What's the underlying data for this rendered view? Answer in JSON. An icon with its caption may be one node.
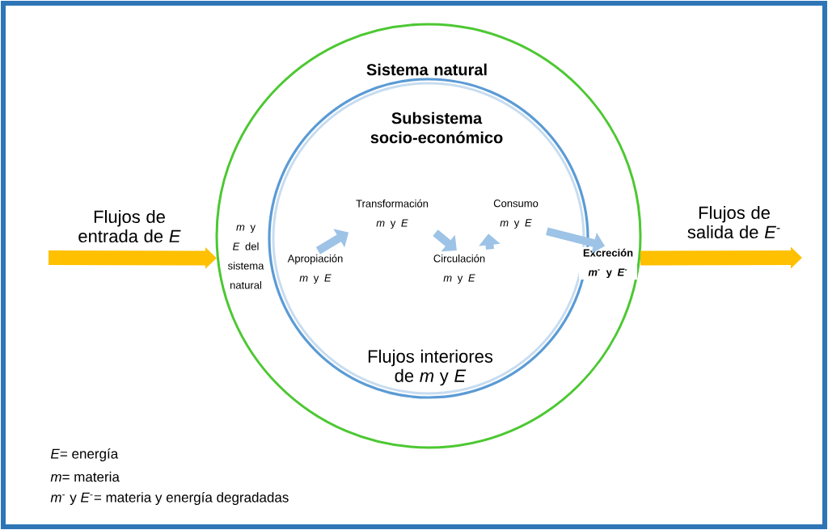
{
  "diagram": {
    "nodes": [
      {
        "text": [
          "Sistema natural",
          "*m* y *E* del sistema natural"
        ]
      },
      {
        "text": [
          "Subsistema socio-económico",
          "Flujos interiores de *m* y *E*"
        ],
        "in": 0
      },
      {
        "text": [
          "Apropiación *m* y *E*"
        ],
        "in": 1
      },
      {
        "text": [
          "Transformación *m* y *E*"
        ],
        "in": 1
      },
      {
        "text": [
          "Circulación *m* y *E*"
        ],
        "in": 1
      },
      {
        "text": [
          "Consumo *m* y *E*"
        ],
        "in": 1
      },
      {
        "text": [
          "Excreción *m*$^{-}$ y *E*$^{-}$"
        ],
        "in": 0
      }
    ],
    "edges": [
      {
        "from": 2,
        "to": 3,
        "arrow": "to"
      },
      {
        "from": 3,
        "to": 4,
        "arrow": "to"
      },
      {
        "from": 4,
        "to": 5,
        "arrow": "to"
      },
      {
        "from": 5,
        "to": 6,
        "arrow": "to"
      },
      {
        "from": null,
        "to": 0,
        "arrow": "to",
        "label": "Flujos de entrada de *E*",
        "color": "#ffc000",
        "style": "thick"
      },
      {
        "from": 0,
        "to": null,
        "arrow": "to",
        "label": "Flujos de salida de *E*$^{-}$",
        "color": "#ffc000",
        "style": "thick"
      }
    ],
    "labels": [
      "*E*= energía",
      "*m*= materia",
      "*m*$^{-}$ y *E*$^{-}$= materia y energía degradadas"
    ]
  }
}
